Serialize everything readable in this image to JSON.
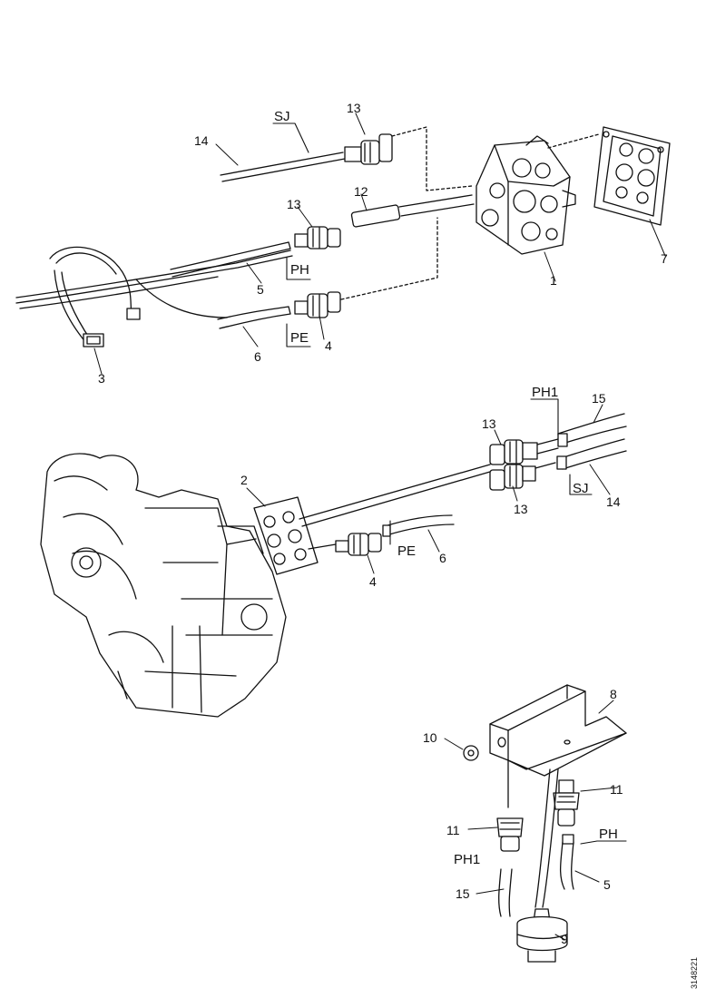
{
  "diagram": {
    "callouts": {
      "c1": "1",
      "c2": "2",
      "c3": "3",
      "c4a": "4",
      "c4b": "4",
      "c5a": "5",
      "c5b": "5",
      "c6a": "6",
      "c6b": "6",
      "c7": "7",
      "c8": "8",
      "c9": "9",
      "c10": "10",
      "c11a": "11",
      "c11b": "11",
      "c12": "12",
      "c13a": "13",
      "c13b": "13",
      "c13c": "13",
      "c13d": "13",
      "c14a": "14",
      "c14b": "14",
      "c15a": "15",
      "c15b": "15"
    },
    "codes": {
      "sj_top": "SJ",
      "ph_top": "PH",
      "pe_top": "PE",
      "ph1_mid": "PH1",
      "sj_mid": "SJ",
      "pe_mid": "PE",
      "ph_bottom": "PH",
      "ph1_bottom": "PH1"
    },
    "reference": "3148221"
  }
}
